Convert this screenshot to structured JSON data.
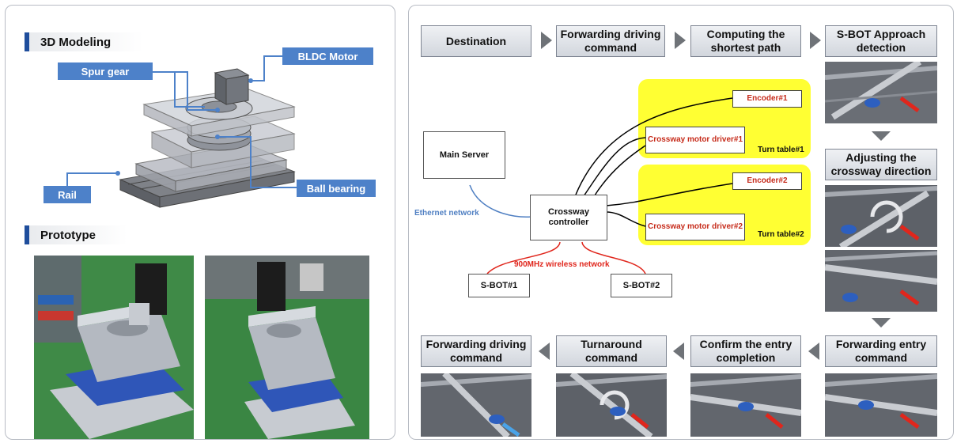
{
  "left": {
    "modeling_title": "3D Modeling",
    "callouts": {
      "spur_gear": "Spur gear",
      "bldc_motor": "BLDC Motor",
      "rail": "Rail",
      "ball_bearing": "Ball bearing"
    },
    "prototype_title": "Prototype"
  },
  "flow": {
    "top_steps": [
      "Destination",
      "Forwarding driving command",
      "Computing the shortest path",
      "S-BOT Approach detection"
    ],
    "right_step": "Adjusting the crossway direction",
    "bottom_steps": [
      "Forwarding driving command",
      "Turnaround command",
      "Confirm the entry completion",
      "Forwarding entry command"
    ]
  },
  "network": {
    "main_server": "Main Server",
    "controller": "Crossway controller",
    "ethernet_label": "Ethernet network",
    "wireless_label": "900MHz  wireless network",
    "sbot1": "S-BOT#1",
    "sbot2": "S-BOT#2",
    "encoder1": "Encoder#1",
    "motor1": "Crossway motor driver#1",
    "turntable1": "Turn table#1",
    "encoder2": "Encoder#2",
    "motor2": "Crossway motor driver#2",
    "turntable2": "Turn table#2"
  },
  "colors": {
    "accent_blue": "#4d81c9",
    "section_bar": "#1f4e9c",
    "highlight_yellow": "#ffff33",
    "ethernet_blue": "#4f7fc2",
    "wireless_red": "#e0261c",
    "arrow_gray": "#6f7378"
  }
}
